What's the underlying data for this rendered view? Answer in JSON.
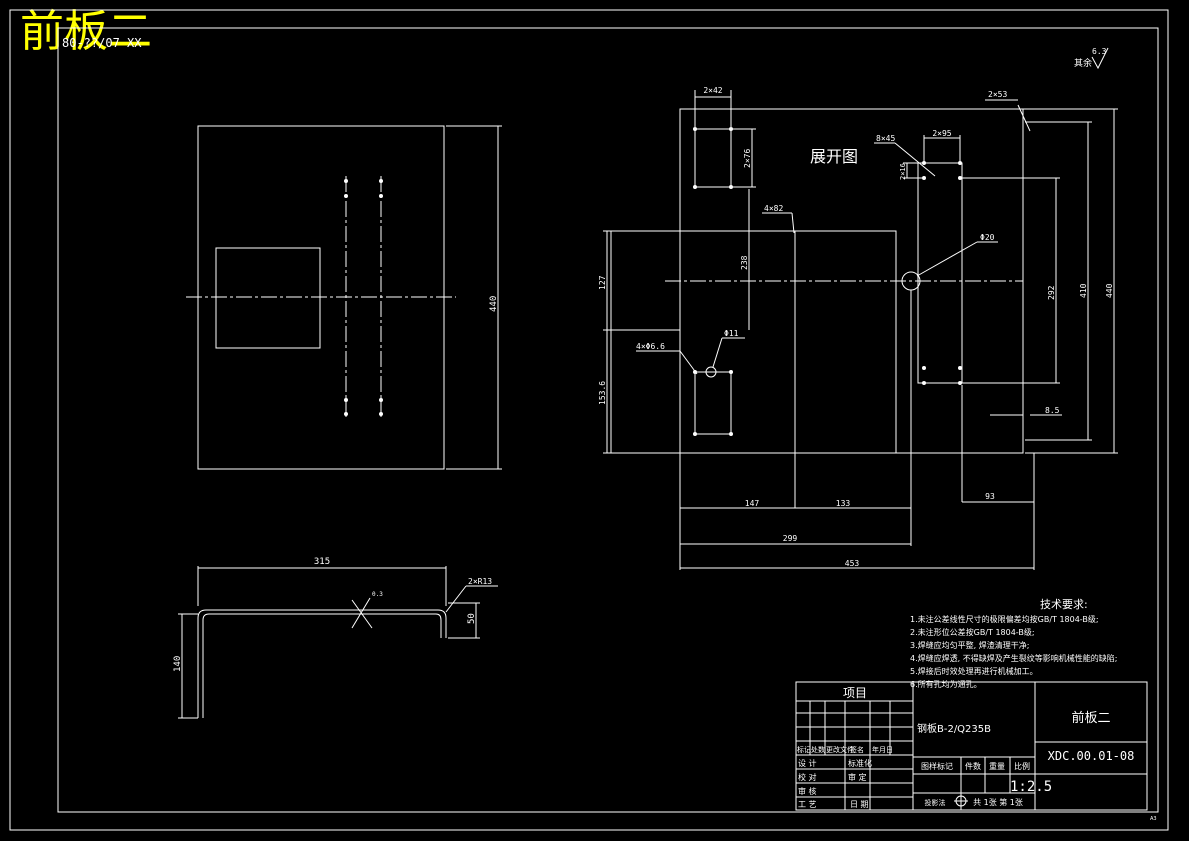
{
  "title": "前板二",
  "drawing_no_top": "80-??/07 XX",
  "roughness": {
    "value": "6.3",
    "label": "其余"
  },
  "views": {
    "unfolded_label": "展开图"
  },
  "dims": {
    "front_height": "440",
    "side_width": "315",
    "side_height": "140",
    "side_flange": "50",
    "side_radius": "2×R13",
    "side_angle": "0.3",
    "hole_2x42": "2×42",
    "hole_2x76": "2×76",
    "hole_2x53": "2×53",
    "hole_8x45": "8×45",
    "hole_2x95": "2×95",
    "hole_2x16": "2×16",
    "hole_4x82": "4×82",
    "dia_20": "Φ20",
    "dia_11": "Φ11",
    "hole_4x66": "4×Φ6.6",
    "v_127": "127",
    "v_238": "238",
    "v_292": "292",
    "v_410": "410",
    "v_440": "440",
    "v_1536": "153.6",
    "v_85": "8.5",
    "h_147": "147",
    "h_133": "133",
    "h_93": "93",
    "h_299": "299",
    "h_453": "453"
  },
  "tech_req": {
    "title": "技术要求:",
    "items": [
      "1.未注公差线性尺寸的极限偏差均按GB/T 1804-B级;",
      "2.未注形位公差按GB/T 1804-B级;",
      "3.焊缝应均匀平整, 焊渣清理干净;",
      "4.焊缝应焊透, 不得缺焊及产生裂纹等影响机械性能的缺陷;",
      "5.焊接后时效处理再进行机械加工。",
      "6.所有孔均为通孔。"
    ]
  },
  "title_block": {
    "project": "项目",
    "material": "钢板B-2/Q235B",
    "part_name": "前板二",
    "drawing_no": "XDC.00.01-08",
    "row_labels": [
      "标记",
      "处数",
      "更改文件",
      "签名",
      "年月日"
    ],
    "design": "设 计",
    "check": "校 对",
    "review": "审 核",
    "process": "工 艺",
    "std": "标准化",
    "approve": "审 定",
    "date": "日 期",
    "stage_mark": "图样标记",
    "weight_h": "件数",
    "mass_h": "重量",
    "scale_h": "比例",
    "scale": "1:2.5",
    "sheet": "共 1张  第 1张",
    "proj_label": "投影法"
  },
  "corner_mark": "A3"
}
